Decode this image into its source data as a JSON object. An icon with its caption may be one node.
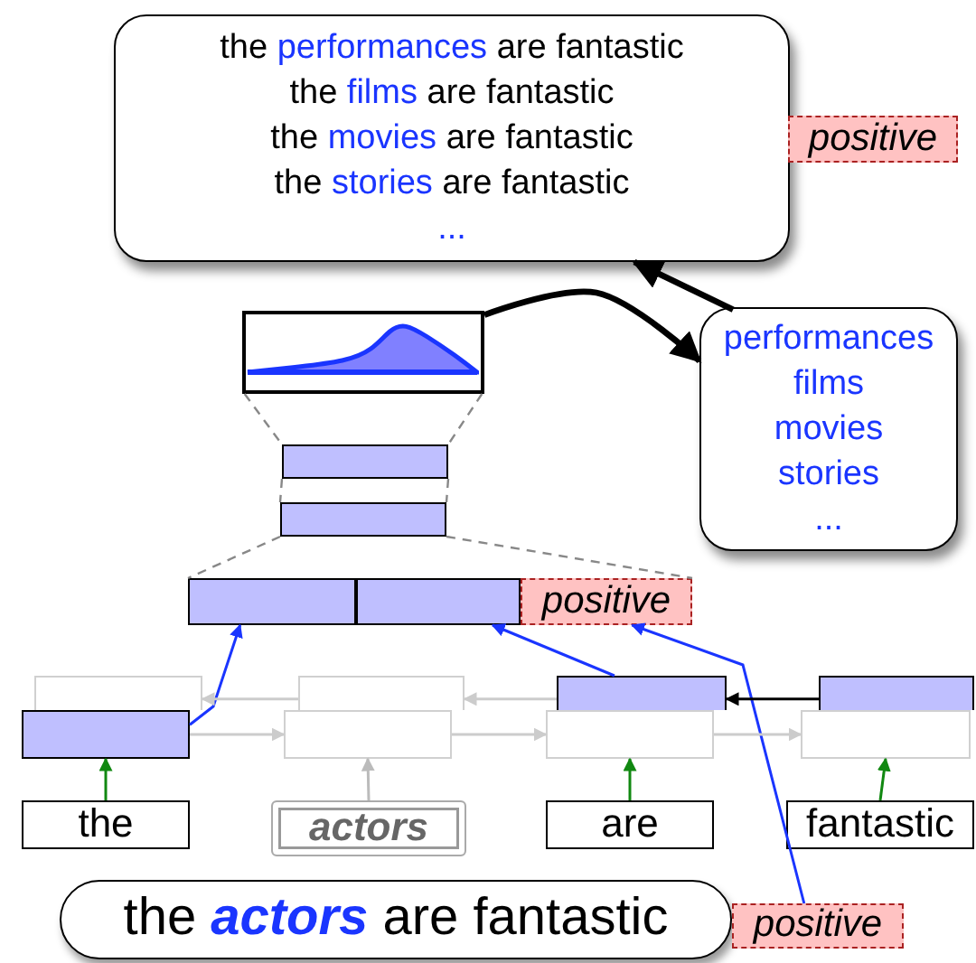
{
  "diagram": {
    "nodes": [
      {
        "text": [
          "the performances are fantastic",
          "the films are fantastic",
          "the movies are fantastic",
          "the stories are fantastic",
          "..."
        ]
      },
      {
        "text": [
          "positive"
        ]
      },
      {
        "text": [],
        "shape": "box"
      },
      {
        "text": [
          "performances",
          "films",
          "movies",
          "stories",
          "..."
        ]
      },
      {
        "text": [],
        "shape": "box"
      },
      {
        "text": [],
        "shape": "box"
      },
      {
        "text": [],
        "shape": "box"
      },
      {
        "text": [],
        "shape": "box"
      },
      {
        "text": [
          "positive"
        ]
      },
      {
        "text": [],
        "shape": "box"
      },
      {
        "text": [],
        "shape": "box"
      },
      {
        "text": [],
        "shape": "box"
      },
      {
        "text": [],
        "shape": "box"
      },
      {
        "text": [],
        "shape": "box"
      },
      {
        "text": [],
        "shape": "box"
      },
      {
        "text": [],
        "shape": "box"
      },
      {
        "text": [],
        "shape": "box"
      },
      {
        "text": [
          "the"
        ]
      },
      {
        "text": [
          "actors"
        ]
      },
      {
        "text": [
          "are"
        ]
      },
      {
        "text": [
          "fantastic"
        ]
      },
      {
        "text": [
          "the **actors** are fantastic"
        ]
      },
      {
        "text": [
          "positive"
        ]
      }
    ],
    "edges": [
      {
        "from": 2,
        "to": 3,
        "arrow": "to",
        "style": "thick",
        "color": "#000000"
      },
      {
        "from": 3,
        "to": 0,
        "arrow": "to",
        "style": "thick",
        "color": "#000000"
      },
      {
        "from": 2,
        "to": 4,
        "arrow": "none",
        "style": "dashed",
        "color": "#888888"
      },
      {
        "from": 2,
        "to": 4,
        "arrow": "none",
        "style": "dashed",
        "color": "#888888"
      },
      {
        "from": 4,
        "to": 5,
        "arrow": "none",
        "style": "dashed",
        "color": "#888888"
      },
      {
        "from": 4,
        "to": 5,
        "arrow": "none",
        "style": "dashed",
        "color": "#888888"
      },
      {
        "from": 5,
        "to": 6,
        "arrow": "none",
        "style": "dashed",
        "color": "#888888"
      },
      {
        "from": 5,
        "to": 8,
        "arrow": "none",
        "style": "dashed",
        "color": "#888888"
      },
      {
        "from": 13,
        "to": 6,
        "arrow": "to",
        "color": "#1a35ff"
      },
      {
        "from": 11,
        "to": 7,
        "arrow": "to",
        "color": "#1a35ff"
      },
      {
        "from": 22,
        "to": 8,
        "arrow": "to",
        "color": "#1a35ff"
      },
      {
        "from": 12,
        "to": 11,
        "arrow": "to",
        "color": "#000000"
      },
      {
        "from": 10,
        "to": 9,
        "arrow": "to",
        "color": "#cccccc"
      },
      {
        "from": 11,
        "to": 10,
        "arrow": "to",
        "color": "#cccccc"
      },
      {
        "from": 13,
        "to": 14,
        "arrow": "to",
        "color": "#cccccc"
      },
      {
        "from": 14,
        "to": 15,
        "arrow": "to",
        "color": "#cccccc"
      },
      {
        "from": 15,
        "to": 16,
        "arrow": "to",
        "color": "#cccccc"
      },
      {
        "from": 17,
        "to": 13,
        "arrow": "to",
        "color": "#118811"
      },
      {
        "from": 18,
        "to": 14,
        "arrow": "to",
        "color": "#bbbbbb"
      },
      {
        "from": 19,
        "to": 15,
        "arrow": "to",
        "color": "#118811"
      },
      {
        "from": 20,
        "to": 16,
        "arrow": "to",
        "color": "#118811"
      }
    ]
  }
}
